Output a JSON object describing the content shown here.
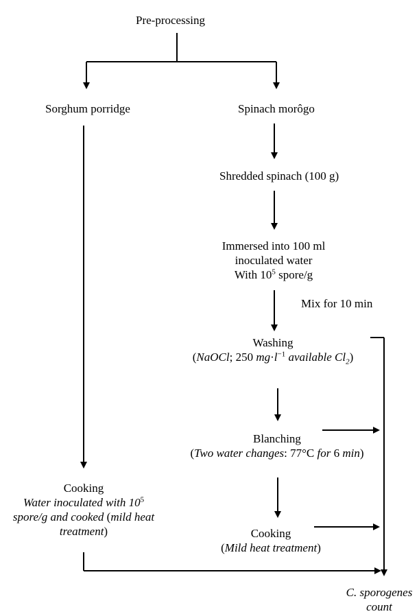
{
  "nodes": {
    "pre_processing": "Pre-processing",
    "sorghum_porridge": "Sorghum porridge",
    "spinach_morogo": "Spinach morôgo",
    "shredded_spinach": "Shredded spinach (100 g)",
    "immersed": {
      "line1": "Immersed into 100 ml",
      "line2": "inoculated water",
      "line3_prefix": "With 10",
      "line3_exp": "5",
      "line3_suffix": " spore/g"
    },
    "mix_label": "Mix for 10 min",
    "washing": {
      "title": "Washing",
      "open_paren": "(",
      "naocl": "NaOCl",
      "sep": "; 250 ",
      "unit_mg": "mg",
      "dot": "·",
      "unit_l": "l",
      "exp": "−1",
      "available": " available Cl",
      "cl_sub": "2",
      "close_paren": ")"
    },
    "blanching": {
      "title": "Blanching",
      "open_paren": "(",
      "changes": "Two water changes",
      "colon_temp": ": 77°C ",
      "for": "for",
      "space_time": " 6 ",
      "min": "min",
      "close_paren": ")"
    },
    "cooking_left": {
      "title": "Cooking",
      "line2_prefix": "Water inoculated with 10",
      "line2_exp": "5",
      "line3_italic": "spore/g and cooked",
      "line3_paren_open": " (",
      "line3_mild": "mild heat",
      "line4": "treatment",
      "line4_close": ")"
    },
    "cooking_right": {
      "title": "Cooking",
      "open_paren": "(",
      "body": "Mild heat treatment",
      "close_paren": ")"
    },
    "result": {
      "line1": "C. sporogenes",
      "line2": "count"
    }
  }
}
